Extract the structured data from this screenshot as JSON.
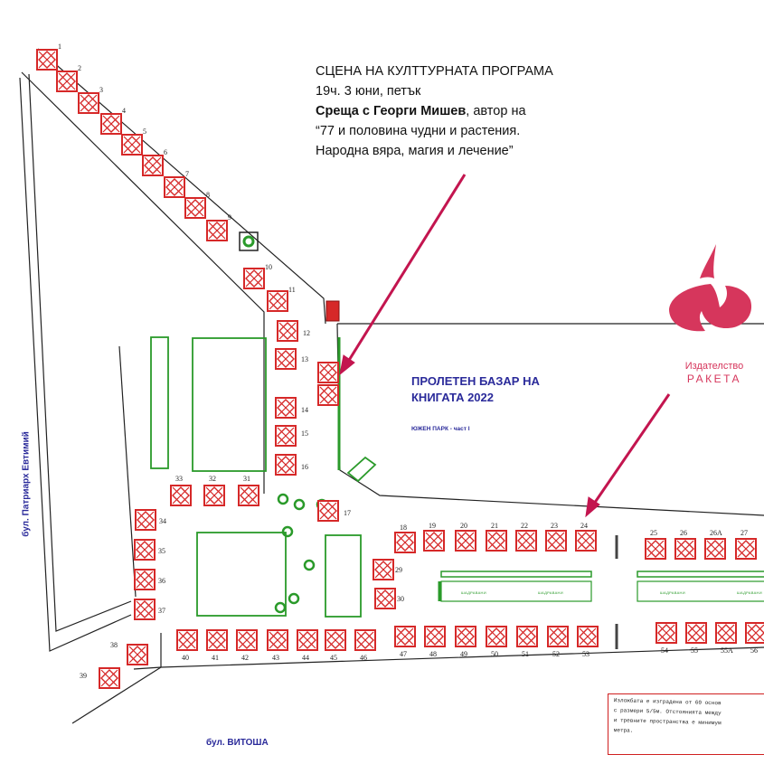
{
  "annotation": {
    "line1": "СЦЕНА НА КУЛТТУРНАТА ПРОГРАМА",
    "line2": "19ч. 3 юни, петък",
    "line3_bold": "Среща с Георги Мишев",
    "line3_rest": ", автор на",
    "line4": "“77 и половина чудни и растения.",
    "line5": "Народна вяра, магия и лечение”"
  },
  "event": {
    "title_line1": "ПРОЛЕТЕН БАЗАР НА",
    "title_line2": "КНИГАТА 2022",
    "location": "ЮЖЕН ПАРК - част I"
  },
  "streets": {
    "west": "бул. Патриарх Евтимий",
    "south": "бул. ВИТОША"
  },
  "publisher": {
    "line1": "Издателство",
    "line2": "РАКЕТА"
  },
  "fountain_labels": [
    "ШАДРАВАНИ",
    "ШАДРАВАНИ",
    "ШАДРАВАНИ",
    "ШАДРАВАНИ"
  ],
  "note": {
    "line1": "Изложбата е изградена от 60 основ",
    "line2": "с размери 5/5м. Отстоянията между",
    "line3": "и тревните пространства е минимум",
    "line4": "метра."
  },
  "colors": {
    "stall": "#d62828",
    "green": "#2a9a2a",
    "arrow": "#c3154f",
    "label_blue": "#2a2a9a",
    "logo": "#d6365c"
  },
  "stalls": [
    "1",
    "2",
    "3",
    "4",
    "5",
    "6",
    "7",
    "8",
    "9",
    "10",
    "11",
    "12",
    "13",
    "14",
    "15",
    "16",
    "17",
    "18",
    "19",
    "20",
    "21",
    "22",
    "23",
    "24",
    "25",
    "26",
    "26A",
    "27",
    "29",
    "30",
    "31",
    "32",
    "33",
    "34",
    "35",
    "36",
    "37",
    "38",
    "39",
    "40",
    "41",
    "42",
    "43",
    "44",
    "45",
    "46",
    "47",
    "48",
    "49",
    "50",
    "51",
    "52",
    "53",
    "54",
    "55",
    "55A",
    "56"
  ]
}
